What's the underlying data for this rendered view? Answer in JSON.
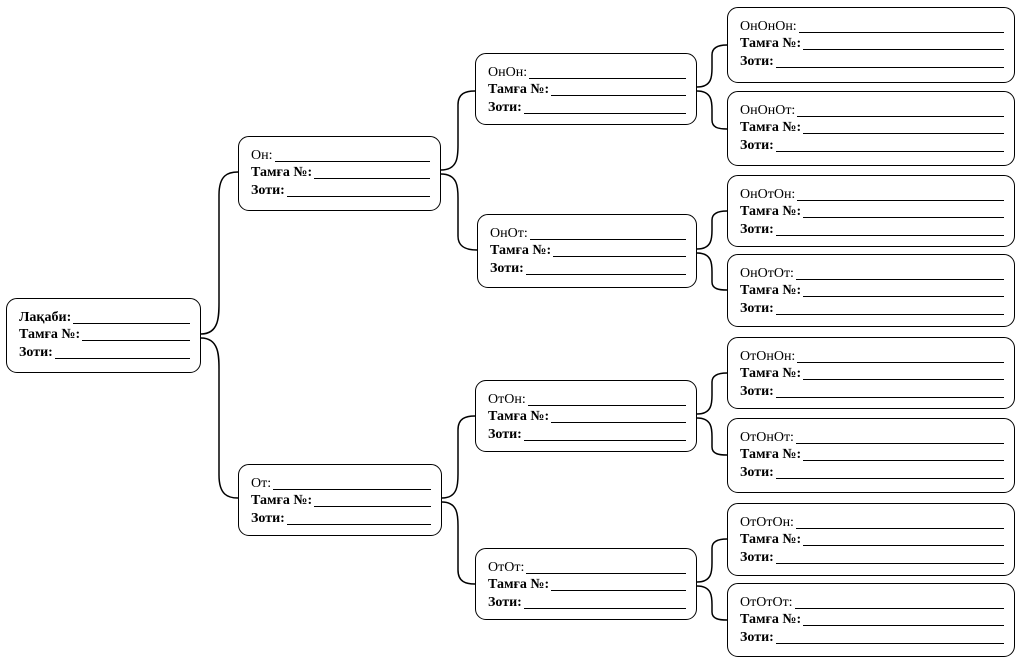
{
  "nodes": {
    "root": {
      "name": "Лақаби:",
      "tamga": "Тамға №:",
      "zoti": "Зоти:"
    },
    "on": {
      "name": "Он:",
      "tamga": "Тамға №:",
      "zoti": "Зоти:"
    },
    "ot": {
      "name": "От:",
      "tamga": "Тамға №:",
      "zoti": "Зоти:"
    },
    "onon": {
      "name": "ОнОн:",
      "tamga": "Тамға №:",
      "zoti": "Зоти:"
    },
    "onot": {
      "name": "ОнОт:",
      "tamga": "Тамға №:",
      "zoti": "Зоти:"
    },
    "oton": {
      "name": "ОтОн:",
      "tamga": "Тамға №:",
      "zoti": "Зоти:"
    },
    "otot": {
      "name": "ОтОт:",
      "tamga": "Тамға №:",
      "zoti": "Зоти:"
    },
    "ononon": {
      "name": "ОнОнОн:",
      "tamga": "Тамға №:",
      "zoti": "Зоти:"
    },
    "ononot": {
      "name": "ОнОнОт:",
      "tamga": "Тамға №:",
      "zoti": "Зоти:"
    },
    "onoton": {
      "name": "ОнОтОн:",
      "tamga": "Тамға №:",
      "zoti": "Зоти:"
    },
    "onotot": {
      "name": "ОнОтОт:",
      "tamga": "Тамға №:",
      "zoti": "Зоти:"
    },
    "otonon": {
      "name": "ОтОнОн:",
      "tamga": "Тамға №:",
      "zoti": "Зоти:"
    },
    "otonot": {
      "name": "ОтОнОт:",
      "tamga": "Тамға №:",
      "zoti": "Зоти:"
    },
    "ototon": {
      "name": "ОтОтОн:",
      "tamga": "Тамға №:",
      "zoti": "Зоти:"
    },
    "ototot": {
      "name": "ОтОтОт:",
      "tamga": "Тамға №:",
      "zoti": "Зоти:"
    }
  }
}
